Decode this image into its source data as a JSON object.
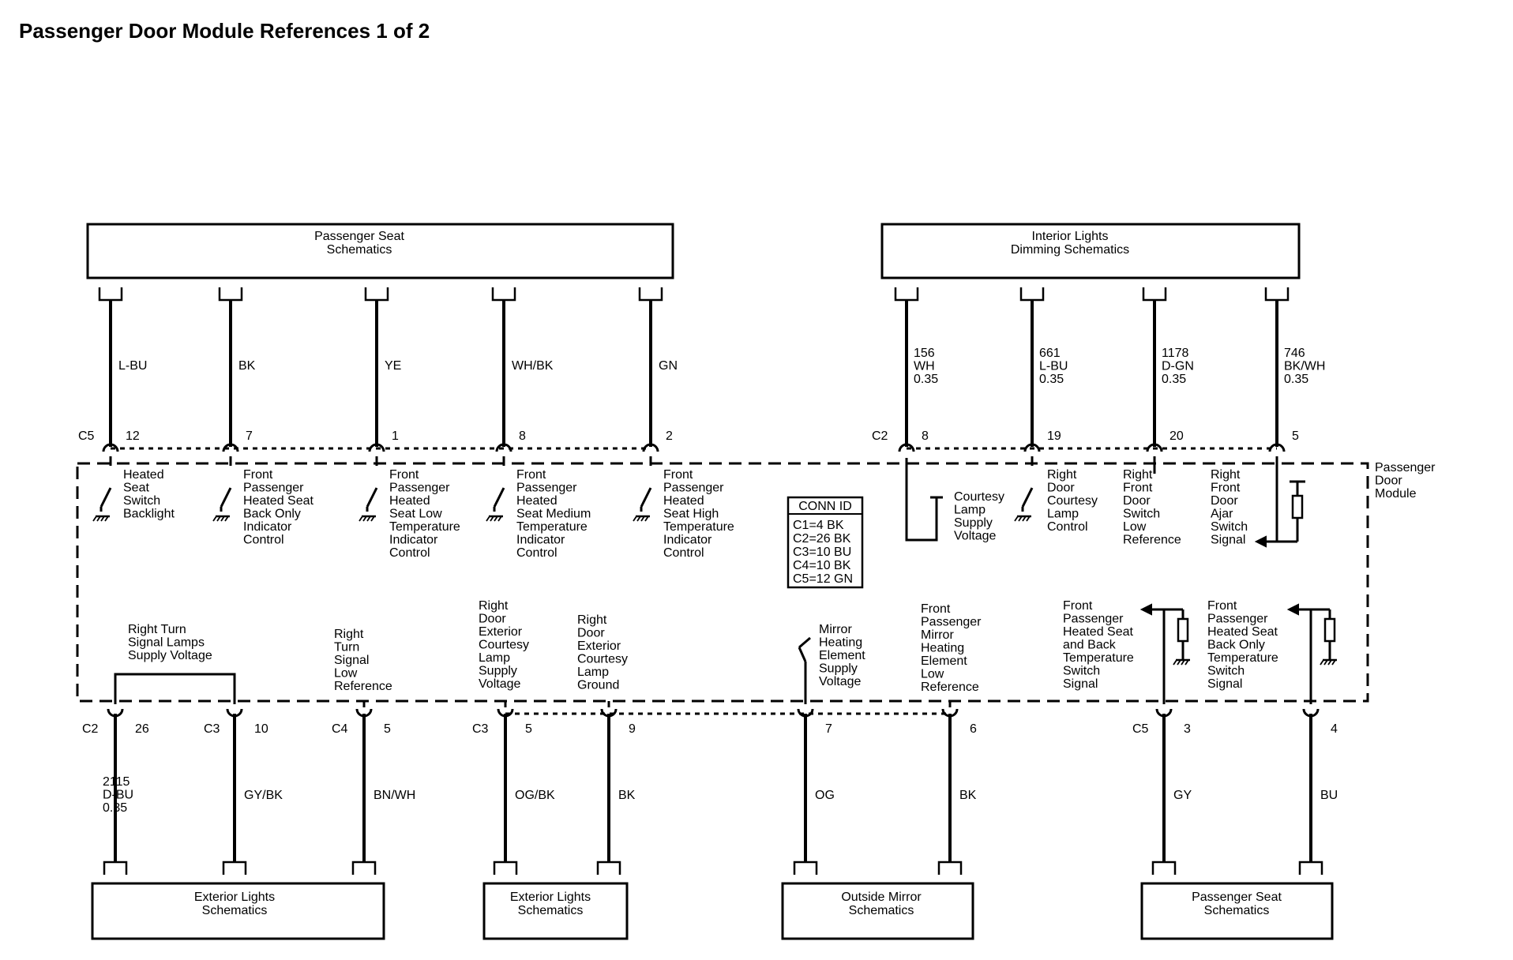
{
  "title": "Passenger Door Module References 1 of 2",
  "module_name": [
    "Passenger",
    "Door",
    "Module"
  ],
  "conn_id": {
    "header": "CONN ID",
    "rows": [
      "C1=4 BK",
      "C2=26 BK",
      "C3=10 BU",
      "C4=10 BK",
      "C5=12 GN"
    ]
  },
  "top_boxes": [
    {
      "lines": [
        "Passenger Seat",
        "Schematics"
      ]
    },
    {
      "lines": [
        "Interior Lights",
        "Dimming Schematics"
      ]
    }
  ],
  "bottom_boxes": [
    {
      "lines": [
        "Exterior Lights",
        "Schematics"
      ]
    },
    {
      "lines": [
        "Exterior Lights",
        "Schematics"
      ]
    },
    {
      "lines": [
        "Outside Mirror",
        "Schematics"
      ]
    },
    {
      "lines": [
        "Passenger Seat",
        "Schematics"
      ]
    }
  ],
  "top_connector_labels": [
    "C5",
    "C2"
  ],
  "top_wires": [
    {
      "pin": "12",
      "wire": [
        "L-BU"
      ],
      "func": [
        "Heated",
        "Seat",
        "Switch",
        "Backlight"
      ]
    },
    {
      "pin": "7",
      "wire": [
        "BK"
      ],
      "func": [
        "Front",
        "Passenger",
        "Heated Seat",
        "Back Only",
        "Indicator",
        "Control"
      ]
    },
    {
      "pin": "1",
      "wire": [
        "YE"
      ],
      "func": [
        "Front",
        "Passenger",
        "Heated",
        "Seat Low",
        "Temperature",
        "Indicator",
        "Control"
      ]
    },
    {
      "pin": "8",
      "wire": [
        "WH/BK"
      ],
      "func": [
        "Front",
        "Passenger",
        "Heated",
        "Seat Medium",
        "Temperature",
        "Indicator",
        "Control"
      ]
    },
    {
      "pin": "2",
      "wire": [
        "GN"
      ],
      "func": [
        "Front",
        "Passenger",
        "Heated",
        "Seat High",
        "Temperature",
        "Indicator",
        "Control"
      ]
    },
    {
      "pin": "8",
      "wire": [
        "156",
        "WH",
        "0.35"
      ],
      "func": [
        "Courtesy",
        "Lamp",
        "Supply",
        "Voltage"
      ]
    },
    {
      "pin": "19",
      "wire": [
        "661",
        "L-BU",
        "0.35"
      ],
      "func": [
        "Right",
        "Door",
        "Courtesy",
        "Lamp",
        "Control"
      ]
    },
    {
      "pin": "20",
      "wire": [
        "1178",
        "D-GN",
        "0.35"
      ],
      "func": [
        "Right",
        "Front",
        "Door",
        "Switch",
        "Low",
        "Reference"
      ]
    },
    {
      "pin": "5",
      "wire": [
        "746",
        "BK/WH",
        "0.35"
      ],
      "func": [
        "Right",
        "Front",
        "Door",
        "Ajar",
        "Switch",
        "Signal"
      ]
    }
  ],
  "bottom_wires": [
    {
      "conn": "C2",
      "pin": "26",
      "wire": [
        "2115",
        "D-BU",
        "0.35"
      ]
    },
    {
      "conn": "C3",
      "pin": "10",
      "wire": [
        "GY/BK"
      ]
    },
    {
      "conn": "C4",
      "pin": "5",
      "wire": [
        "BN/WH"
      ],
      "func": [
        "Right",
        "Turn",
        "Signal",
        "Low",
        "Reference"
      ]
    },
    {
      "conn": "C3",
      "pin": "5",
      "wire": [
        "OG/BK"
      ],
      "func": [
        "Right",
        "Door",
        "Exterior",
        "Courtesy",
        "Lamp",
        "Supply",
        "Voltage"
      ]
    },
    {
      "conn": "",
      "pin": "9",
      "wire": [
        "BK"
      ],
      "func": [
        "Right",
        "Door",
        "Exterior",
        "Courtesy",
        "Lamp",
        "Ground"
      ]
    },
    {
      "conn": "",
      "pin": "7",
      "wire": [
        "OG"
      ],
      "func": [
        "Mirror",
        "Heating",
        "Element",
        "Supply",
        "Voltage"
      ]
    },
    {
      "conn": "",
      "pin": "6",
      "wire": [
        "BK"
      ],
      "func": [
        "Front",
        "Passenger",
        "Mirror",
        "Heating",
        "Element",
        "Low",
        "Reference"
      ]
    },
    {
      "conn": "C5",
      "pin": "3",
      "wire": [
        "GY"
      ],
      "func": [
        "Front",
        "Passenger",
        "Heated Seat",
        "and Back",
        "Temperature",
        "Switch",
        "Signal"
      ]
    },
    {
      "conn": "",
      "pin": "4",
      "wire": [
        "BU"
      ],
      "func": [
        "Front",
        "Passenger",
        "Heated Seat",
        "Back Only",
        "Temperature",
        "Switch",
        "Signal"
      ]
    }
  ],
  "turn_signal_label": [
    "Right Turn",
    "Signal Lamps",
    "Supply Voltage"
  ]
}
